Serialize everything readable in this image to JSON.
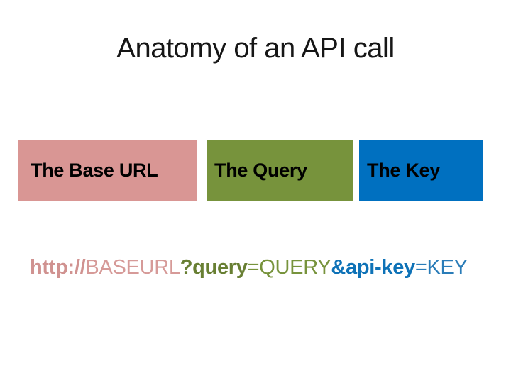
{
  "slide": {
    "background": "#ffffff",
    "title": "Anatomy of an API call",
    "boxes": [
      {
        "label": "The Base URL",
        "fill": "#d99694"
      },
      {
        "label": "The Query",
        "fill": "#77933c"
      },
      {
        "label": "The Key",
        "fill": "#0070c0"
      }
    ],
    "url_line": {
      "segments": [
        {
          "text": "http://",
          "color": "#d09290",
          "weight": "bold"
        },
        {
          "text": "BASEURL",
          "color": "#d69a98",
          "weight": "normal"
        },
        {
          "text": "?query",
          "color": "#687f33",
          "weight": "bold"
        },
        {
          "text": "=QUERY",
          "color": "#77933c",
          "weight": "normal"
        },
        {
          "text": "&api-key",
          "color": "#0e72b7",
          "weight": "bold"
        },
        {
          "text": "=KEY",
          "color": "#2a7cb8",
          "weight": "normal"
        }
      ]
    }
  }
}
